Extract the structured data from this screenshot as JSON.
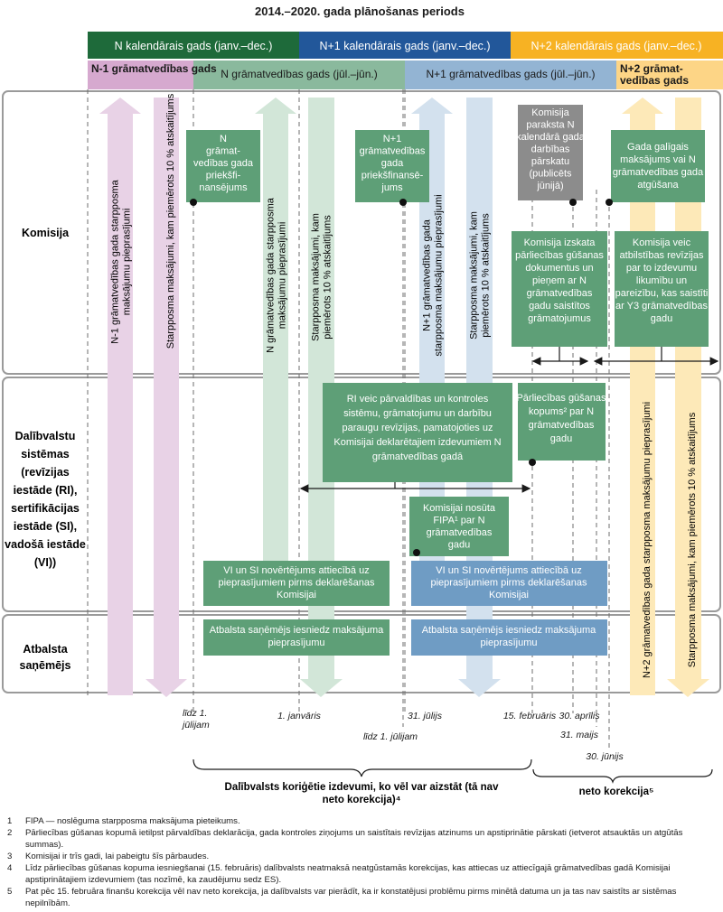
{
  "title": "2014.–2020. gada plānošanas periods",
  "calendar_years": [
    {
      "label": "N kalendārais gads (janv.–dec.)",
      "color": "#1e6a3a"
    },
    {
      "label": "N+1 kalendārais gads (janv.–dec.)",
      "color": "#22579a"
    },
    {
      "label": "N+2 kalendārais gads (janv.–dec.)",
      "color": "#f7b223"
    }
  ],
  "accounting_years": [
    {
      "label": "N-1 grāmatvedības gads",
      "color": "#d6a9cf"
    },
    {
      "label": "N grāmatvedības gads (jūl.–jūn.)",
      "color": "#8ab99d"
    },
    {
      "label": "N+1 grāmatvedības gads (jūl.–jūn.)",
      "color": "#93b4d3"
    },
    {
      "label": "N+2 grāmat-\nvedības gads",
      "color": "#fdd586"
    }
  ],
  "rows": {
    "komisija": "Komisija",
    "dalibvalstu": "Dalībvalstu\nsistēmas\n(revīzijas\niestāde (RI),\nsertifikācijas\niestāde (SI),\nvadošā iestāde\n(VI))",
    "atbalsta": "Atbalsta\nsaņēmējs"
  },
  "arrows": {
    "a1": "N-1 grāmatvedības gada starpposma\nmaksājumu pieprasījumi",
    "a2": "Starpposma maksājumi, kam piemērots 10 % atskaitījums",
    "a3": "N grāmatvedības gada starpposma\nmaksājumu pieprasījumi",
    "a4": "Starpposma maksājumi, kam\npiemērots 10 % atskaitījums",
    "a5": "N+1 grāmatvedības gada\nstarpposma maksājumu pieprasījumi",
    "a6": "Starpposma maksājumi, kam\npiemērots 10 % atskaitījums",
    "a7": "N+2 grāmatvedības gada starpposma maksājumu pieprasījumi",
    "a8": "Starpposma maksājumi, kam piemērots 10 % atskaitījums"
  },
  "boxes": {
    "b1": "N\ngrāmat-\nvedības gada\npriekšfi-\nnansējums",
    "b2": "N+1\ngrāmatvedības\ngada\npriekšfinansē-\njums",
    "b3": "Komisija\nparaksta N\nkalendārā gada\ndarbības\npārskatu\n(publicēts\njūnijā)",
    "b4": "Gada galīgais\nmaksājums vai N\ngrāmatvedības gada\natgūšana",
    "b5": "Komisija izskata\npārliecības gūšanas\ndokumentus un\npieņem ar N\ngrāmatvedības\ngadu saistītos\ngrāmatojumus",
    "b6": "Komisija veic\natbilstības revīzijas\npar to izdevumu\nlikumību un\npareizību, kas saistīti\nar Y3 grāmatvedības\ngadu",
    "b7": "RI veic pārvaldības un kontroles\nsistēmu, grāmatojumu un darbību\nparaugu revīzijas, pamatojoties uz\nKomisijai deklarētajiem izdevumiem N\ngrāmatvedības gadā",
    "b8": "Pārliecības gūšanas\nkopums² par N\ngrāmatvedības\ngadu",
    "b9": "Komisijai nosūta\nFIPA¹ par N\ngrāmatvedības\ngadu",
    "b10": "VI un SI novērtējums attiecībā uz\npieprasījumiem  pirms deklarēšanas\nKomisijai",
    "b11": "VI un SI novērtējums attiecībā uz\npieprasījumiem  pirms deklarēšanas\nKomisijai",
    "b12": "Atbalsta saņēmējs iesniedz maksājuma\npieprasījumu",
    "b13": "Atbalsta saņēmējs iesniedz maksājuma\npieprasījumu"
  },
  "dates": {
    "d1": "līdz 1.\njūlijam",
    "d2": "1. janvāris",
    "d3": "līdz 1. jūlijam",
    "d4": "31. jūlijs",
    "d5": "15. februāris",
    "d6": "30. aprīlis",
    "d7": "31. maijs",
    "d8": "30. jūnijs"
  },
  "braces": {
    "left": "Dalībvalsts koriģētie izdevumi, ko vēl var aizstāt (tā nav\nneto korekcija)⁴",
    "right": "neto korekcija⁵"
  },
  "footnotes": [
    {
      "num": "1",
      "text": "FIPA — noslēguma starpposma maksājuma pieteikums."
    },
    {
      "num": "2",
      "text": "Pārliecības gūšanas kopumā ietilpst pārvaldības deklarācija, gada kontroles ziņojums un saistītais revīzijas atzinums un apstiprinātie pārskati (ietverot atsauktās un atgūtās summas)."
    },
    {
      "num": "3",
      "text": "Komisijai ir trīs gadi, lai pabeigtu šīs pārbaudes."
    },
    {
      "num": "4",
      "text": "Līdz pārliecības gūšanas kopuma iesniegšanai (15. februāris) dalībvalsts neatmaksā neatgūstamās korekcijas, kas attiecas uz attiecīgajā grāmatvedības gadā Komisijai apstiprinātajiem izdevumiem (tas nozīmē, ka zaudējumu sedz ES)."
    },
    {
      "num": "5",
      "text": "Pat pēc 15. februāra finanšu korekcija vēl nav neto korekcija, ja dalībvalsts var pierādīt, ka ir konstatējusi problēmu pirms minētā datuma un ja tas nav saistīts ar sistēmas nepilnībām."
    }
  ],
  "colors": {
    "green_box": "#5e9f77",
    "blue_box": "#6f9cc4",
    "gray_box": "#8c8c8c",
    "pink_arrow": "#e8d2e6",
    "green_arrow": "#d2e6d8",
    "blue_arrow": "#d3e1ee",
    "yellow_arrow": "#fde9b8"
  }
}
